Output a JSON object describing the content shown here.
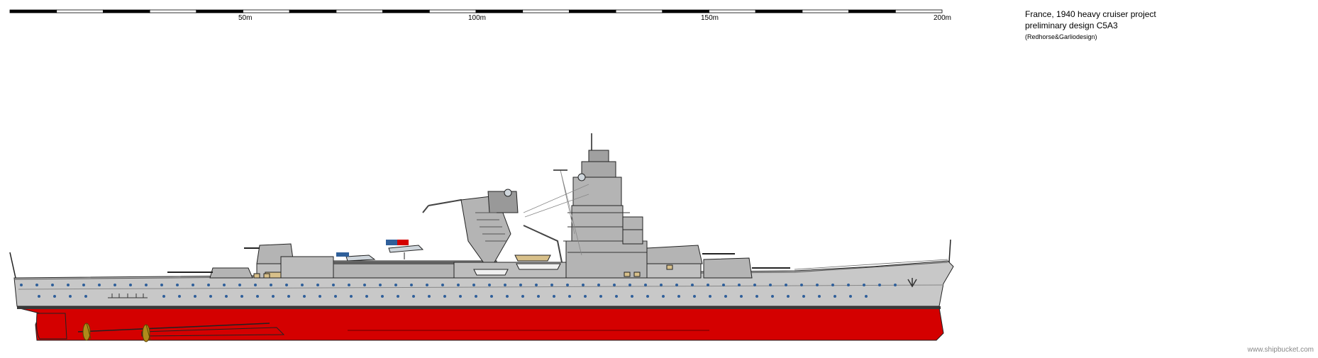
{
  "scale": {
    "labels": [
      "50m",
      "100m",
      "150m",
      "200m"
    ]
  },
  "title_block": {
    "line1": "France, 1940 heavy cruiser project",
    "line2": "preliminary design C5A3",
    "credit": "(Redhorse&Garliodesign)"
  },
  "watermark": "www.shipbucket.com",
  "colors": {
    "hull_grey": "#c8c8c8",
    "superstructure_grey": "#b4b4b4",
    "antifouling_red": "#d40000",
    "boot_top": "#3a3a3a",
    "porthole": "#2f5f9a",
    "propeller": "#b08a1a"
  }
}
